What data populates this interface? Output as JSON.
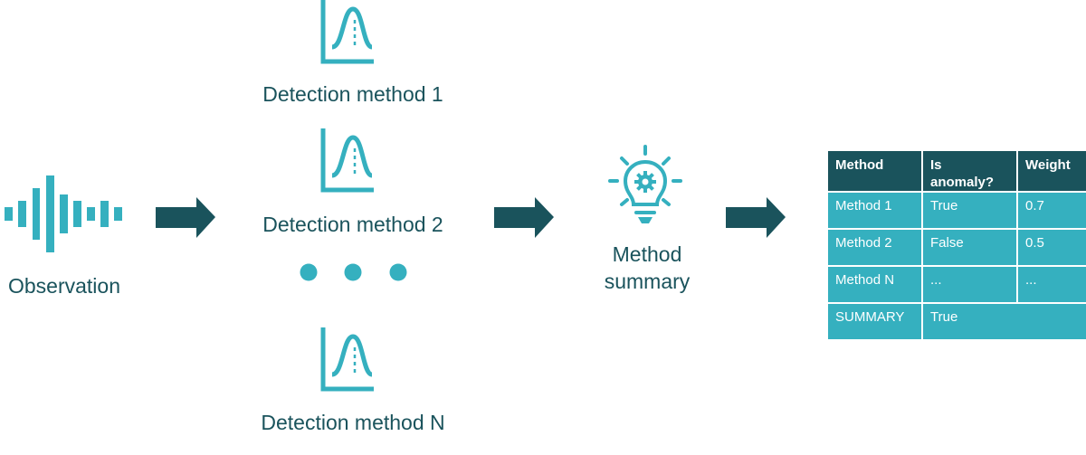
{
  "colors": {
    "accent": "#35b0bf",
    "dark": "#1a535c",
    "background": "#ffffff"
  },
  "observation": {
    "label": "Observation",
    "icon": "waveform-icon"
  },
  "detection_methods": [
    {
      "label": "Detection method 1",
      "icon": "bell-curve-chart-icon"
    },
    {
      "label": "Detection method 2",
      "icon": "bell-curve-chart-icon"
    },
    {
      "label": "Detection method N",
      "icon": "bell-curve-chart-icon"
    }
  ],
  "ellipsis_icon": "three-dots-icon",
  "summary": {
    "label_line1": "Method",
    "label_line2": "summary",
    "icon": "lightbulb-gear-icon"
  },
  "arrow_icon": "arrow-right-icon",
  "table": {
    "headers": [
      "Method",
      "Is anomaly?",
      "Weight"
    ],
    "headers_lines": {
      "col2_line1": "Is",
      "col2_line2": "anomaly?"
    },
    "rows": [
      [
        "Method 1",
        "True",
        "0.7"
      ],
      [
        "Method 2",
        "False",
        "0.5"
      ],
      [
        "Method N",
        "...",
        "..."
      ]
    ],
    "summary_row": [
      "SUMMARY",
      "True"
    ]
  }
}
